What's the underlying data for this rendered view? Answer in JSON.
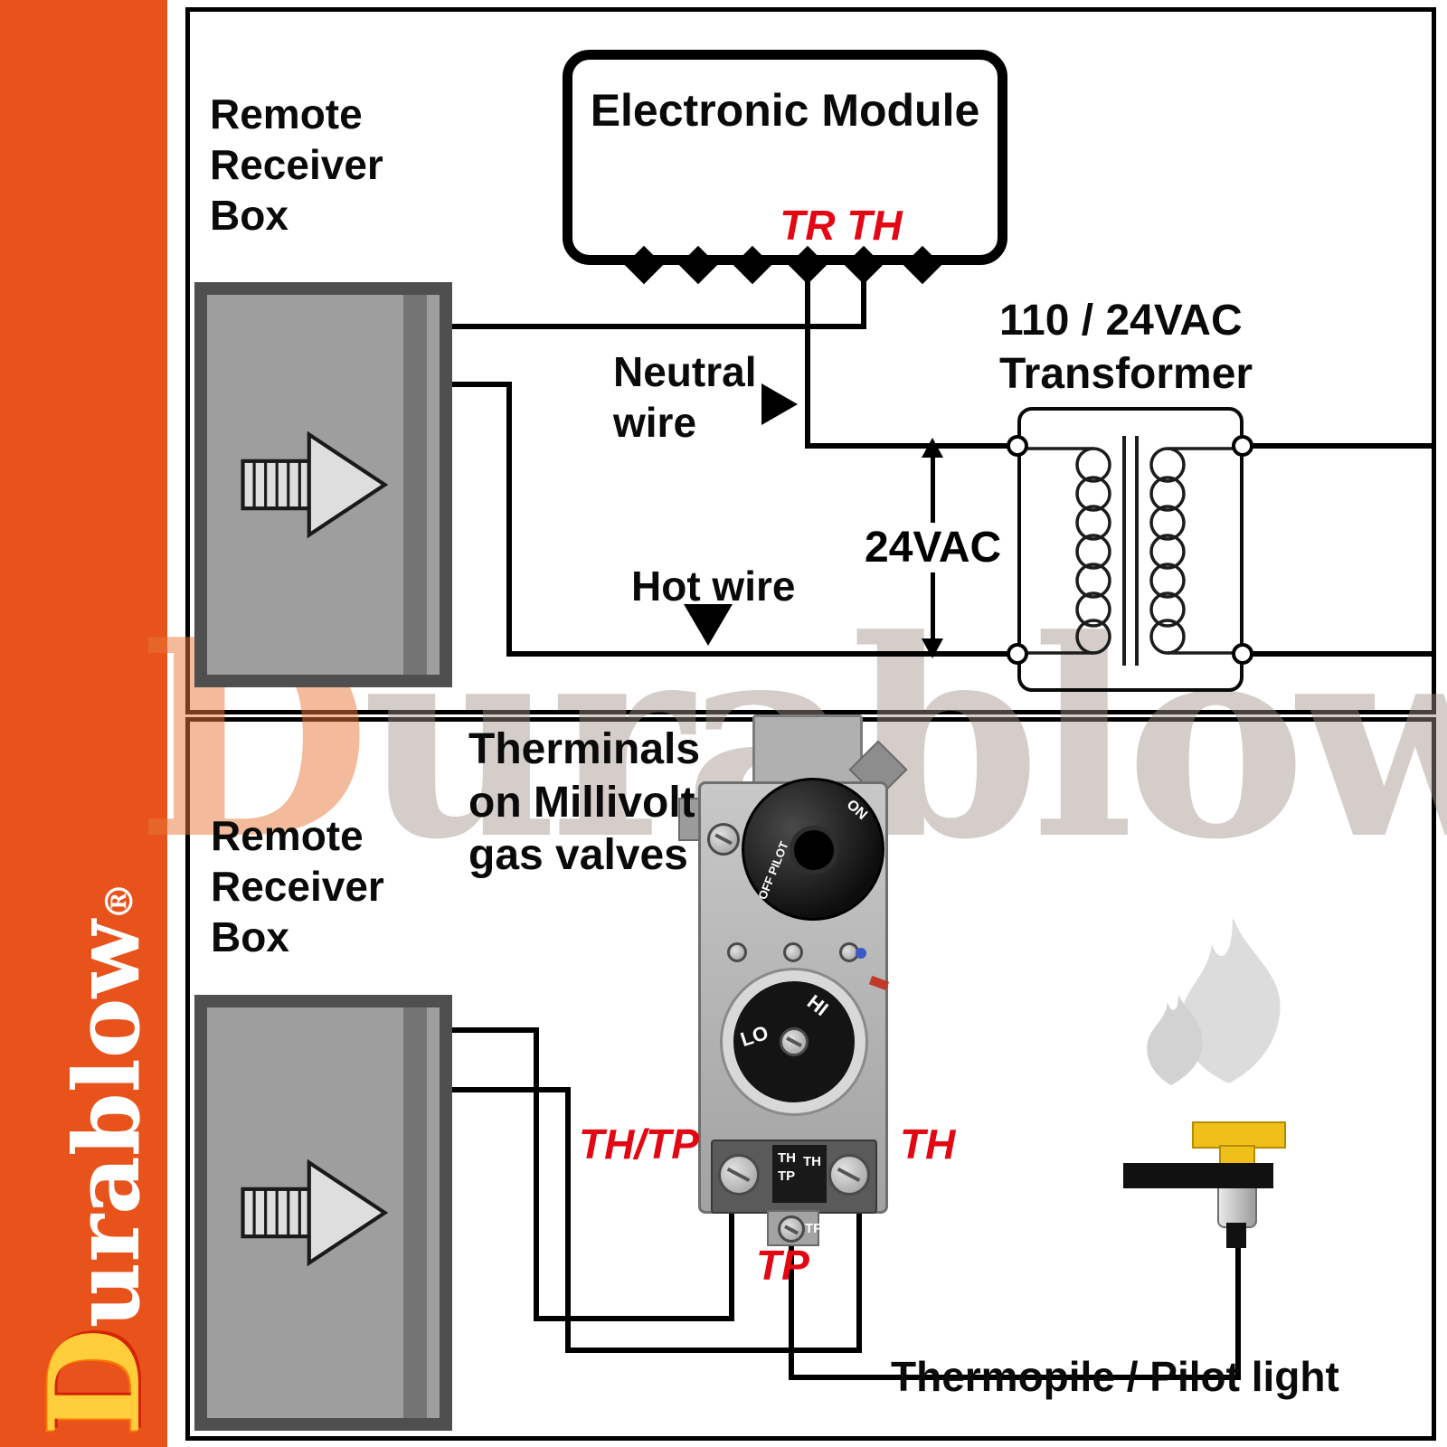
{
  "sidebar": {
    "logo_d": "D",
    "logo_text": "urablow",
    "registered": "®"
  },
  "watermark": {
    "logo_d": "D",
    "logo_text": "urablow",
    "registered": "®"
  },
  "top_panel": {
    "receiver_lines": [
      "Remote",
      "Receiver",
      "Box"
    ],
    "module_label": "Electronic Module",
    "module_terminals": "TR TH",
    "neutral_lines": [
      "Neutral",
      "wire"
    ],
    "hot_label": "Hot wire",
    "transformer_lines": [
      "110 / 24VAC",
      "Transformer"
    ],
    "voltage_label": "24VAC"
  },
  "bottom_panel": {
    "title_lines": [
      "Therminals",
      "on Millivolt",
      "gas valves"
    ],
    "receiver_lines": [
      "Remote",
      "Receiver",
      "Box"
    ],
    "label_th_tp": "TH/TP",
    "label_th": "TH",
    "label_tp": "TP",
    "thermopile_label": "Thermopile / Pilot light",
    "valve": {
      "knob_on": "ON",
      "knob_off_pilot": "OFF PILOT",
      "dial_hi": "HI",
      "dial_lo": "LO",
      "term_col_top": "TH",
      "term_col_bottom": "TP",
      "term_right": "TH",
      "tp_mark": "TP"
    }
  },
  "colors": {
    "sidebar_orange": "#e8521b",
    "accent_red": "#e30613",
    "wire_black": "#000000"
  }
}
